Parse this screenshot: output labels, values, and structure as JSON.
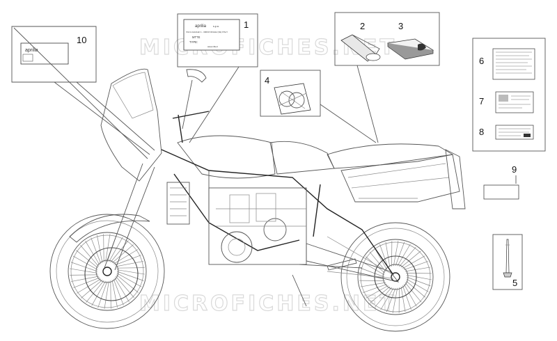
{
  "watermark": "MICROFICHES.NET",
  "callouts": [
    "10",
    "1",
    "2",
    "3",
    "4",
    "6",
    "7",
    "8",
    "9",
    "5"
  ],
  "label_1": {
    "brand": "aprilia",
    "brand_suffix": "s.p.a.",
    "line1": "VIA G.GALILEI 1 - 30033 NOALE (VE) ITALY",
    "line2": "MTTE",
    "line3": "TYPE:",
    "line4": "assembled"
  },
  "label_10": {
    "brand": "aprilia"
  }
}
